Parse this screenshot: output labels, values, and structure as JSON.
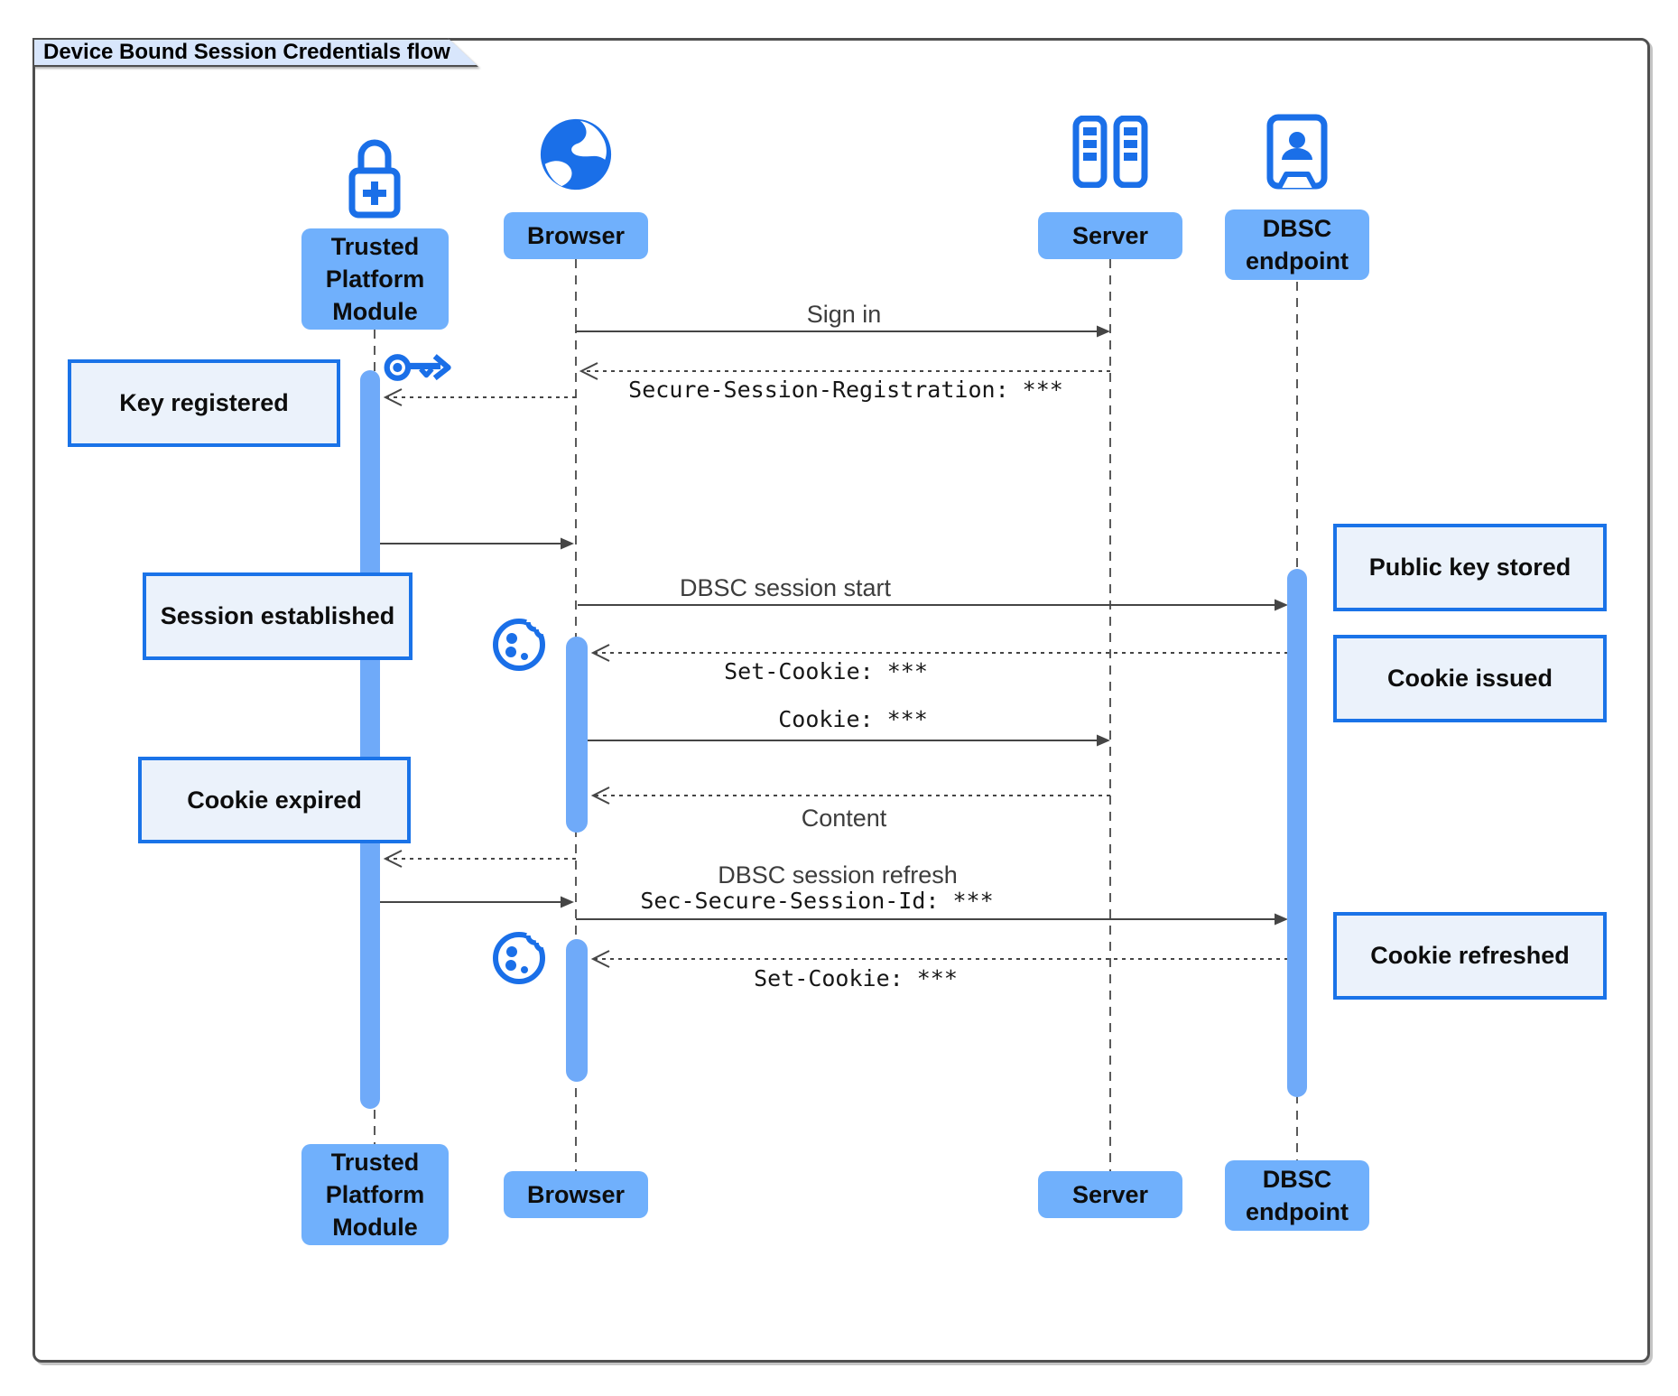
{
  "title": "Device Bound Session Credentials flow",
  "participants": {
    "tpm": {
      "label": "Trusted Platform Module",
      "icon": "lock-plus-icon"
    },
    "browser": {
      "label": "Browser",
      "icon": "globe-icon"
    },
    "server": {
      "label": "Server",
      "icon": "server-racks-icon"
    },
    "dbsc": {
      "label": "DBSC endpoint",
      "icon": "person-door-icon"
    }
  },
  "messages": {
    "sign_in": {
      "text": "Sign in",
      "from": "Browser",
      "to": "Server",
      "line": "solid"
    },
    "secure_session_registration": {
      "text": "Secure-Session-Registration: ***",
      "from": "Server",
      "to": "Browser",
      "line": "dashed"
    },
    "key_register_request": {
      "text": "",
      "from": "Browser",
      "to": "Trusted Platform Module",
      "line": "dashed"
    },
    "key_register_response": {
      "text": "",
      "from": "Trusted Platform Module",
      "to": "Browser",
      "line": "solid"
    },
    "dbsc_session_start": {
      "text": "DBSC session start",
      "from": "Browser",
      "to": "DBSC endpoint",
      "line": "solid"
    },
    "set_cookie_issue": {
      "text": "Set-Cookie: ***",
      "from": "DBSC endpoint",
      "to": "Browser",
      "line": "dashed"
    },
    "cookie": {
      "text": "Cookie: ***",
      "from": "Browser",
      "to": "Server",
      "line": "solid"
    },
    "content": {
      "text": "Content",
      "from": "Server",
      "to": "Browser",
      "line": "dashed"
    },
    "refresh_key_request": {
      "text": "",
      "from": "Browser",
      "to": "Trusted Platform Module",
      "line": "dashed"
    },
    "refresh_key_response": {
      "text": "",
      "from": "Trusted Platform Module",
      "to": "Browser",
      "line": "solid"
    },
    "dbsc_session_refresh": {
      "text": "DBSC session refresh",
      "header": "Sec-Secure-Session-Id: ***",
      "from": "Browser",
      "to": "DBSC endpoint",
      "line": "solid"
    },
    "set_cookie_refresh": {
      "text": "Set-Cookie: ***",
      "from": "DBSC endpoint",
      "to": "Browser",
      "line": "dashed"
    }
  },
  "notes": {
    "key_registered": "Key registered",
    "session_established": "Session established",
    "cookie_expired": "Cookie expired",
    "public_key_stored": "Public key stored",
    "cookie_issued": "Cookie issued",
    "cookie_refreshed": "Cookie refreshed"
  },
  "icons": {
    "tpm": "lock-plus-icon",
    "browser": "globe-icon",
    "server": "server-racks-icon",
    "dbsc": "person-door-icon",
    "key": "key-icon",
    "cookie": "cookie-icon"
  },
  "colors": {
    "accent": "#1a6fe8",
    "participant_fill": "#70b0fc",
    "note_fill": "#ebf2fb",
    "note_border": "#1a73e8",
    "activation_fill": "#6faaf9",
    "frame_border": "#4f4f4f",
    "title_fill": "#d8e6fc",
    "line_color": "#454545",
    "message_text": "#3d3d3d",
    "mono_text": "#161616"
  }
}
